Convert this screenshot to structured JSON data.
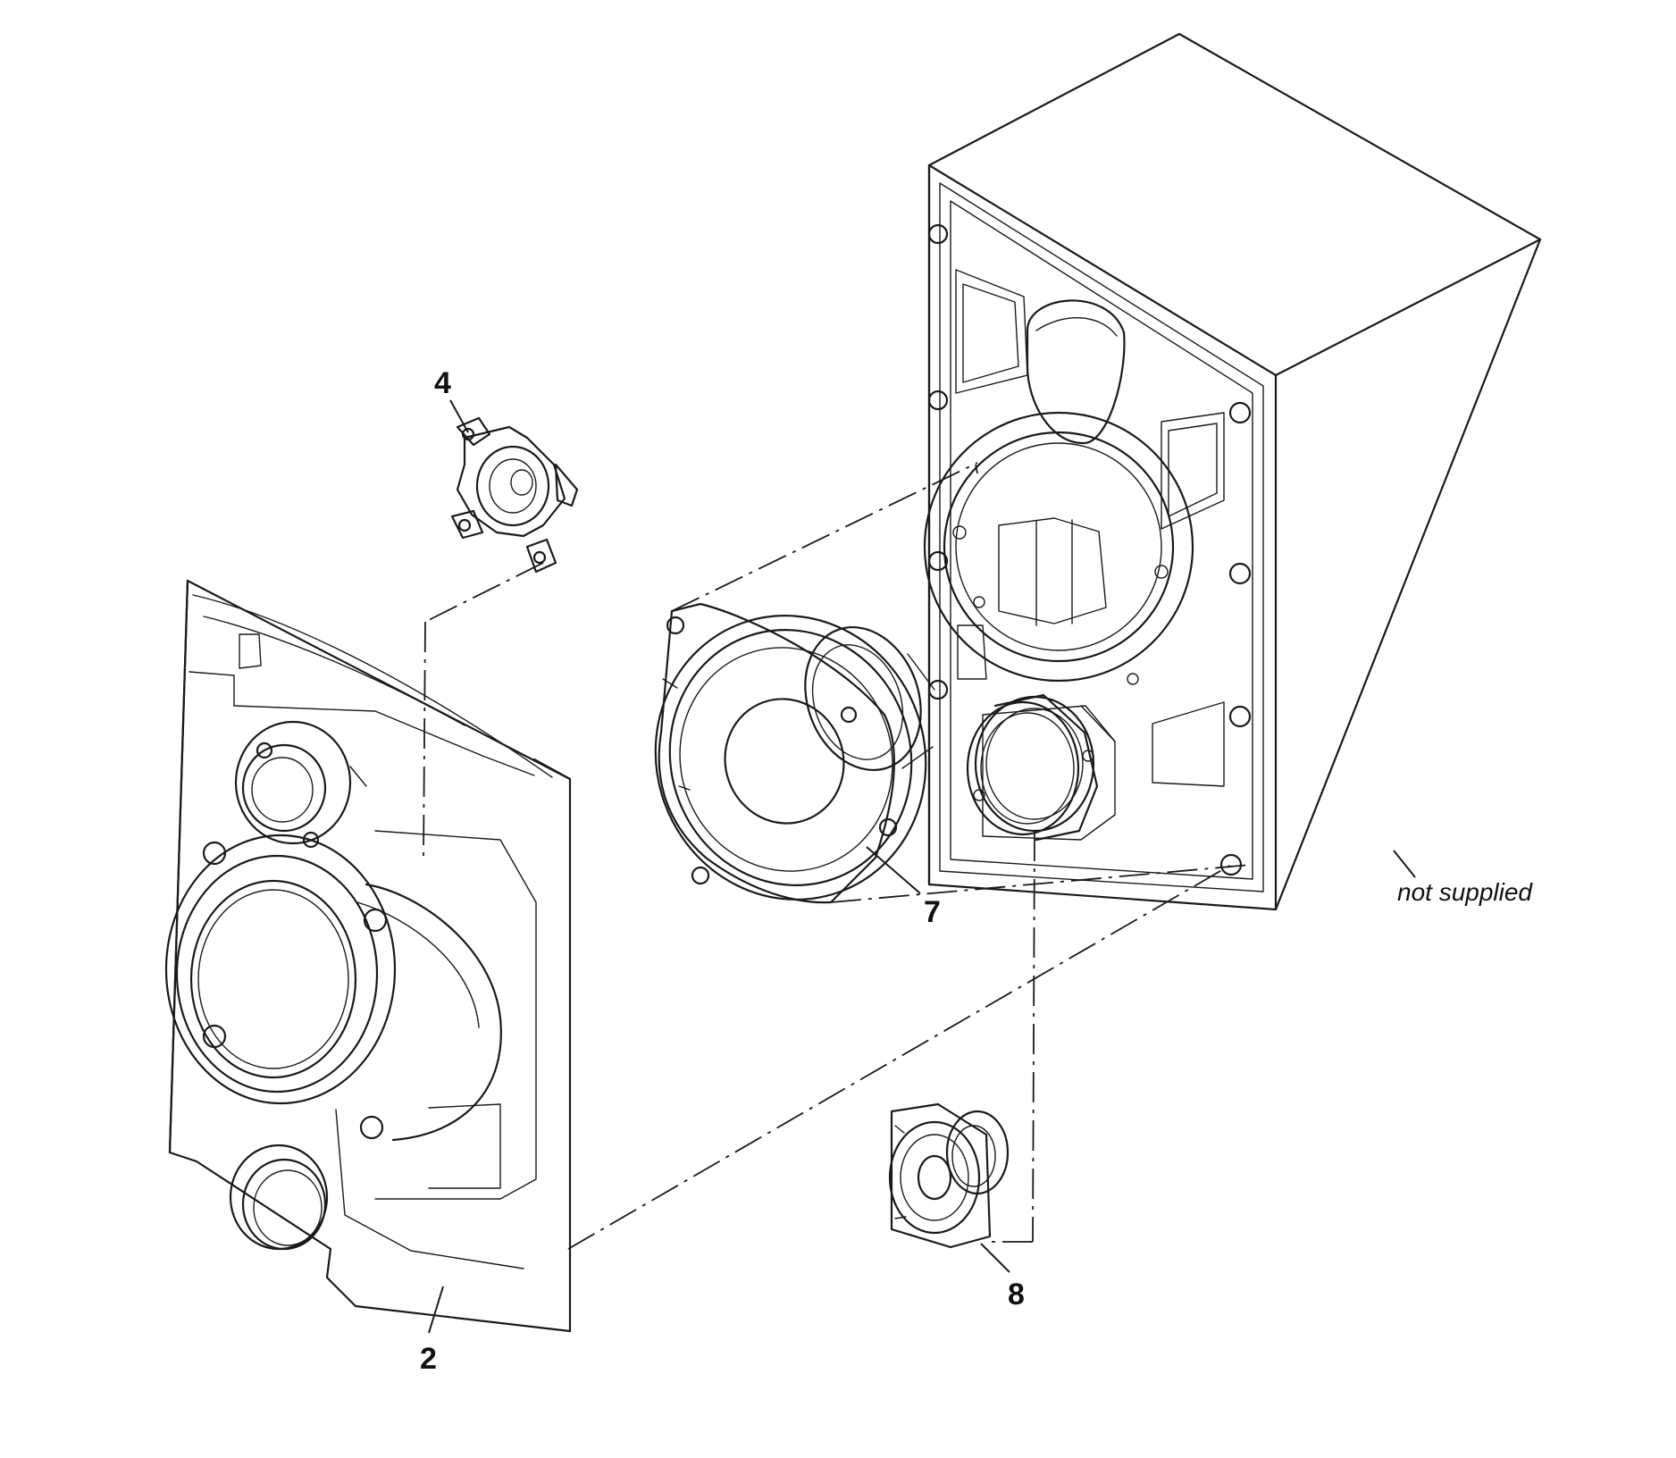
{
  "callouts": {
    "front_panel": "2",
    "tweeter_bracket": "4",
    "woofer": "7",
    "tweeter": "8"
  },
  "note": "not supplied"
}
